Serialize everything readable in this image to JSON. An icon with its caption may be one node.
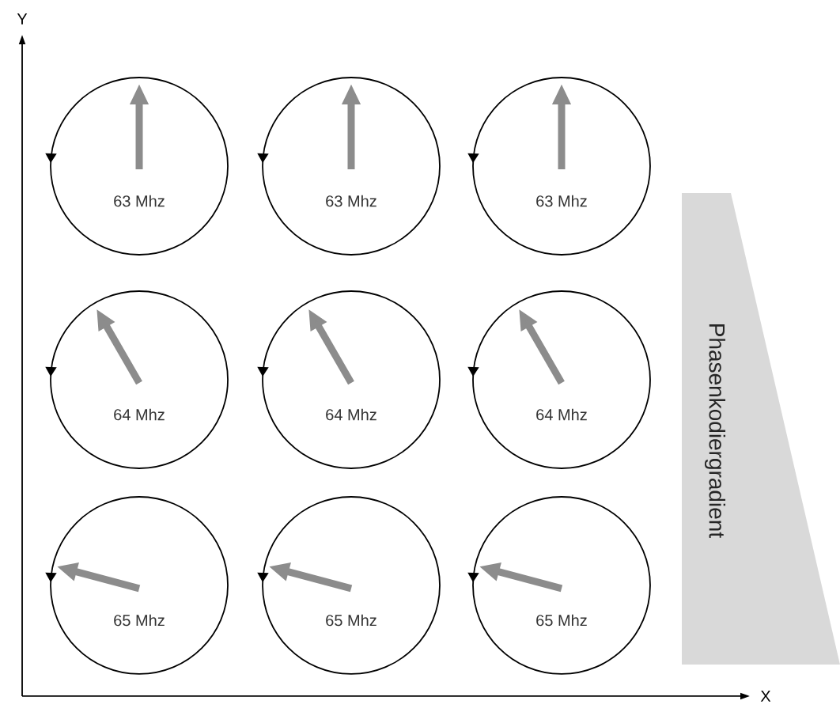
{
  "diagram": {
    "nodes": [
      {
        "text": [
          "63 Mhz"
        ]
      },
      {
        "text": [
          "63 Mhz"
        ]
      },
      {
        "text": [
          "63 Mhz"
        ]
      },
      {
        "text": [
          "64 Mhz"
        ]
      },
      {
        "text": [
          "64 Mhz"
        ]
      },
      {
        "text": [
          "64 Mhz"
        ]
      },
      {
        "text": [
          "65 Mhz"
        ]
      },
      {
        "text": [
          "65 Mhz"
        ]
      },
      {
        "text": [
          "65 Mhz"
        ]
      },
      {
        "text": [
          "Phasenkodiergradient"
        ]
      }
    ],
    "edges": [],
    "labels": [
      "Y",
      "X"
    ]
  }
}
